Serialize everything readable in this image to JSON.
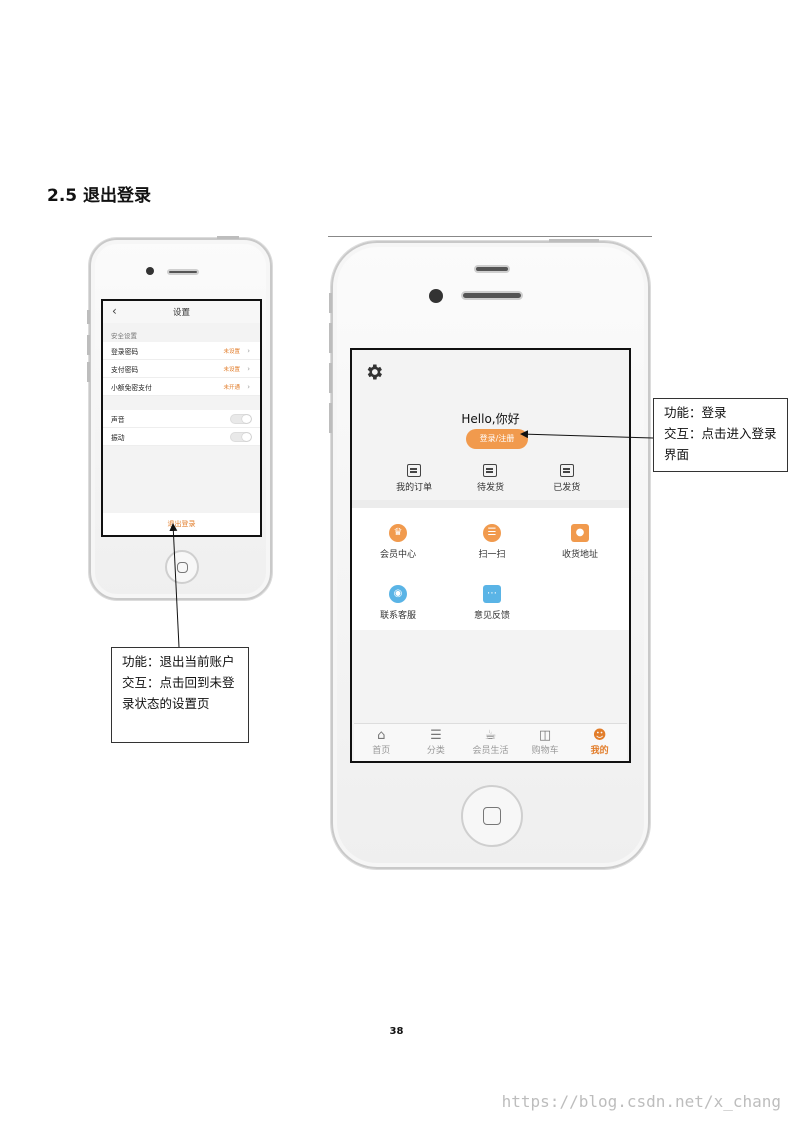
{
  "heading": "2.5 退出登录",
  "settings_screen": {
    "back_icon": "chevron-left-icon",
    "title": "设置",
    "section_label": "安全设置",
    "rows": [
      {
        "label": "登录密码",
        "value": "未设置"
      },
      {
        "label": "支付密码",
        "value": "未设置"
      },
      {
        "label": "小额免密支付",
        "value": "未开通"
      }
    ],
    "toggles": [
      {
        "label": "声音"
      },
      {
        "label": "振动"
      }
    ],
    "logout_label": "退出登录"
  },
  "profile_screen": {
    "gear_icon": "gear-icon",
    "greeting": "Hello,你好",
    "login_button": "登录/注册",
    "orders": [
      {
        "label": "我的订单"
      },
      {
        "label": "待发货"
      },
      {
        "label": "已发货"
      }
    ],
    "grid": [
      {
        "label": "会员中心",
        "icon": "crown-icon",
        "color": "#f19a4d"
      },
      {
        "label": "扫一扫",
        "icon": "scan-icon",
        "color": "#f19a4d"
      },
      {
        "label": "收货地址",
        "icon": "location-icon",
        "color": "#f19a4d"
      },
      {
        "label": "联系客服",
        "icon": "service-icon",
        "color": "#5ab4e6"
      },
      {
        "label": "意见反馈",
        "icon": "chat-icon",
        "color": "#5ab4e6"
      }
    ],
    "tabs": [
      {
        "label": "首页",
        "icon": "home-icon"
      },
      {
        "label": "分类",
        "icon": "category-icon"
      },
      {
        "label": "会员生活",
        "icon": "cup-icon"
      },
      {
        "label": "购物车",
        "icon": "cart-icon"
      },
      {
        "label": "我的",
        "icon": "user-icon",
        "active": true
      }
    ]
  },
  "note_logout": {
    "line1": "功能：退出当前账户",
    "line2": "交互：点击回到未登录状态的设置页"
  },
  "note_login": {
    "line1": "功能：登录",
    "line2": "交互：点击进入登录界面"
  },
  "page_number": "38",
  "watermark": "https://blog.csdn.net/x_chang",
  "accent_color": "#e27d2a"
}
